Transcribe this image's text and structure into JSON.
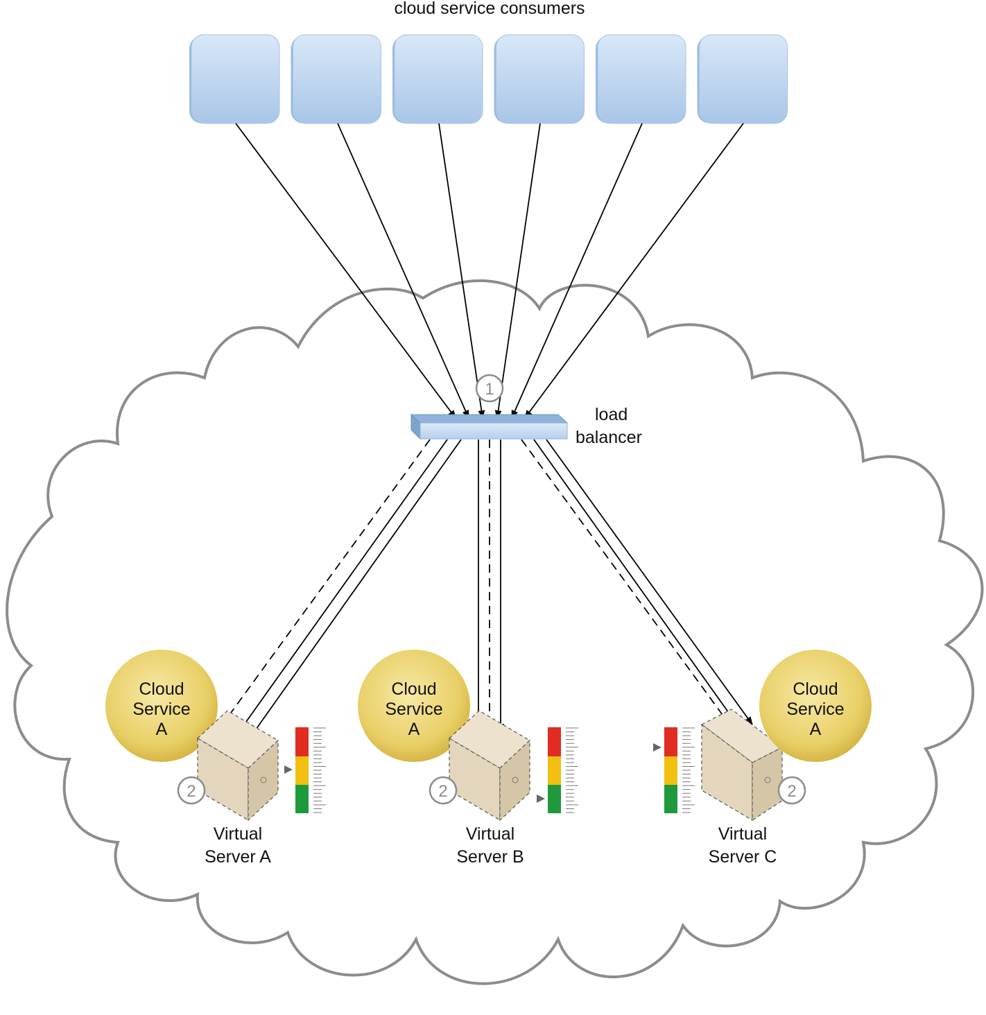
{
  "title": "cloud service consumers",
  "consumers_count": 6,
  "load_balancer": {
    "label_line1": "load",
    "label_line2": "balancer",
    "step": "1"
  },
  "service": {
    "line1": "Cloud",
    "line2": "Service",
    "line3": "A"
  },
  "servers": [
    {
      "line1": "Virtual",
      "line2": "Server A",
      "step": "2",
      "load_level": "medium"
    },
    {
      "line1": "Virtual",
      "line2": "Server B",
      "step": "2",
      "load_level": "low"
    },
    {
      "line1": "Virtual",
      "line2": "Server C",
      "step": "2",
      "load_level": "high"
    }
  ],
  "colors": {
    "consumer_fill": "#c6dcf2",
    "cloud_stroke": "#8c8c8c",
    "service_fill": "#e8cf66",
    "server_fill": "#e3d6bd",
    "meter_red": "#e12c22",
    "meter_yellow": "#f3c011",
    "meter_green": "#1e9a3d"
  }
}
